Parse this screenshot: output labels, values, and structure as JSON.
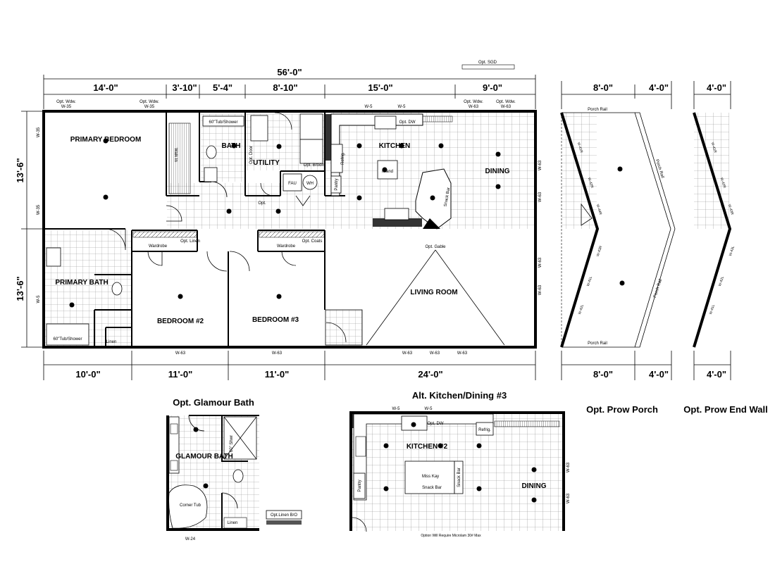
{
  "dimensions": {
    "overall": "56'-0\"",
    "top": [
      "14'-0\"",
      "3'-10\"",
      "5'-4\"",
      "8'-10\"",
      "15'-0\"",
      "9'-0\""
    ],
    "bottom": [
      "10'-0\"",
      "11'-0\"",
      "11'-0\"",
      "24'-0\""
    ],
    "left": [
      "13'-6\"",
      "13'-6\""
    ],
    "porch_top": [
      "8'-0\"",
      "4'-0\""
    ],
    "porch_bottom": [
      "8'-0\"",
      "4'-0\""
    ],
    "end_top": "4'-0\"",
    "end_bottom": "4'-0\""
  },
  "rooms": {
    "primary_bedroom": "PRIMARY BEDROOM",
    "bath": "BATH",
    "utility": "UTILITY",
    "kitchen": "KITCHEN",
    "dining": "DINING",
    "primary_bath": "PRIMARY BATH",
    "bedroom2": "BEDROOM #2",
    "bedroom3": "BEDROOM #3",
    "living_room": "LIVING ROOM",
    "glamour_bath": "GLAMOUR BATH",
    "kitchen2": "KITCHEN #2",
    "dining2": "DINING"
  },
  "labels": {
    "opt_sgd": "Opt. SGD",
    "opt_wdw_1": "Opt. Wdw.",
    "w35_a": "W-35",
    "opt_wdw_2": "Opt. Wdw.",
    "w35_b": "W-35",
    "w5_a": "W-5",
    "w5_b": "W-5",
    "opt_wdw_3": "Opt. Wdw.",
    "w63_a": "W-63",
    "opt_wdw_4": "Opt. Wdw.",
    "w63_b": "W-63",
    "tub_shower_1": "60\"Tub/Shower",
    "walk_in": "Walk In",
    "opt_door": "Opt. Door",
    "opt_broom": "Opt. Broom",
    "opt_dw": "Opt. DW",
    "refrig": "Refrig.",
    "island": "Island",
    "pantry": "Pantry",
    "fau": "FAU",
    "wh": "WH",
    "opt": "Opt.",
    "snack_bar": "Snack Bar",
    "wardrobe_1": "Wardrobe",
    "opt_linen": "Opt. Linen",
    "wardrobe_2": "Wardrobe",
    "opt_coats": "Opt. Coats",
    "opt_gable": "Opt. Gable",
    "linen_1": "Linen",
    "tub_shower_2": "60\"Tub/Shower",
    "w63_bot_1": "W-63",
    "w63_bot_2": "W-63",
    "w63_bot_3": "W-63",
    "w63_bot_4": "W-63",
    "w63_bot_5": "W-63",
    "w35_left": "W-35",
    "w35_left2": "W-35",
    "w5_left": "W-5",
    "w63_right1": "W-63",
    "w63_right2": "W-63",
    "w63_right3": "W-63",
    "w63_right4": "W-63",
    "porch_rail_top": "Porch Rail",
    "porch_rail_bottom": "Porch Rail",
    "porch_rail_diag1": "Porch Rail",
    "porch_rail_diag2": "Porch Rail",
    "w41r": "W-41R",
    "w42r": "W-42R",
    "w44r": "W-44R",
    "w43r": "W-43R",
    "w41l": "W-41L",
    "w42l": "W-42L",
    "end_w41r": "W-41R",
    "end_w42r": "W-42R",
    "end_w43r": "W-43R",
    "end_w43l": "W-43L",
    "end_w42l": "W-42L",
    "end_w41l": "W-41L",
    "shower": "60\" Shwr",
    "corner_tub": "Corner Tub",
    "linen_2": "Linen",
    "w24": "W-24",
    "opt_linen_bo": "Opt.Linen B/O",
    "k2_w5_a": "W-5",
    "k2_w5_b": "W-5",
    "k2_opt_dw": "Opt. DW",
    "k2_refrig": "Refrig.",
    "miss_kay": "Miss Kay",
    "snack_bar_2": "Snack Bar",
    "snack_bar_v": "Snack Bar",
    "k2_pantry": "Pantry",
    "k2_w63_a": "W-63",
    "k2_w63_b": "W-63",
    "microlam_note": "Option Will Require Microlam 30# Max"
  },
  "titles": {
    "glamour_bath": "Opt. Glamour Bath",
    "alt_kitchen": "Alt. Kitchen/Dining #3",
    "prow_porch": "Opt. Prow Porch",
    "prow_end": "Opt. Prow End Wall"
  }
}
